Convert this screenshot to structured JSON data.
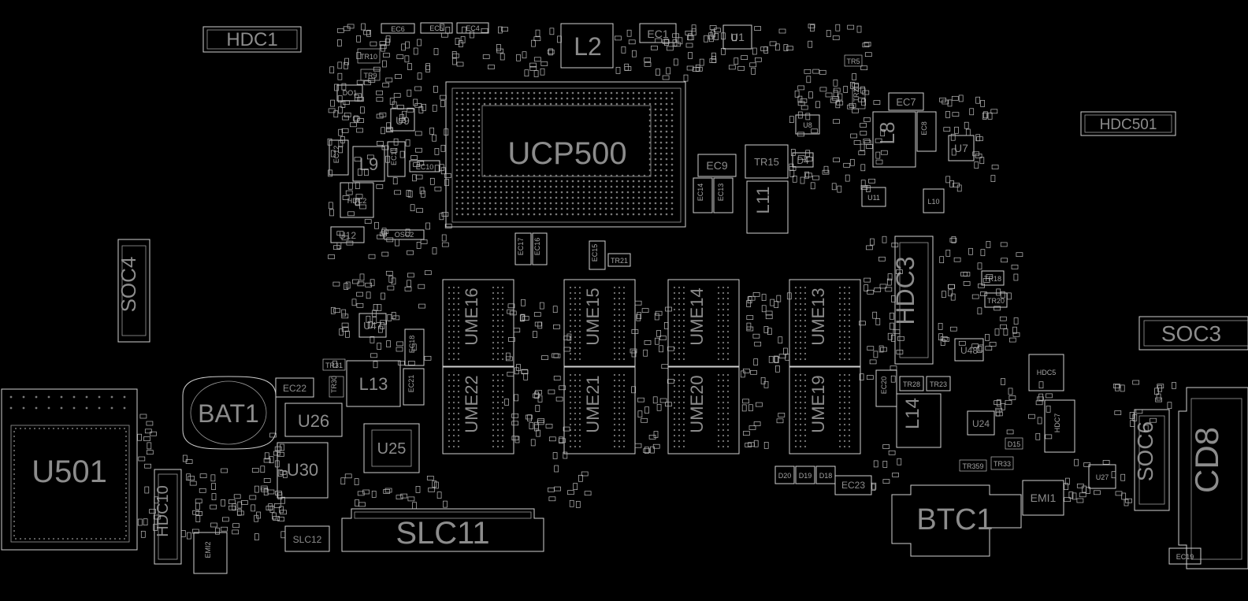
{
  "board": {
    "background": "#000000",
    "stroke": "#cfcfcf",
    "label_color": "#8c8c8c"
  },
  "labels": {
    "HDC1": "HDC1",
    "L2": "L2",
    "EC1": "EC1",
    "U1": "U1",
    "EC6": "EC6",
    "EC5": "EC5",
    "EC4": "EC4",
    "UCP500": "UCP500",
    "HDC501": "HDC501",
    "EC7": "EC7",
    "L8": "L8",
    "EC8": "EC8",
    "U7": "U7",
    "U8": "U8",
    "EC9": "EC9",
    "TR15": "TR15",
    "D4": "D4",
    "EC14": "EC14",
    "EC13": "EC13",
    "L11": "L11",
    "U11": "U11",
    "L10": "L10",
    "EC12": "EC12",
    "L9": "L9",
    "EC11": "EC11",
    "EC10": "EC10",
    "U9": "U9",
    "DO1": "DO1",
    "HDC2": "HDC2",
    "U12": "U12",
    "OSC2": "OSC2",
    "EC17": "EC17",
    "EC16": "EC16",
    "EC15": "EC15",
    "TR21": "TR21",
    "SOC4": "SOC4",
    "HDC3": "HDC3",
    "TR18": "TR18",
    "TR20": "TR20",
    "SOC3": "SOC3",
    "U48": "U48",
    "HDC5": "HDC5",
    "U47": "U47",
    "EC18": "EC18",
    "UME16": "UME16",
    "UME15": "UME15",
    "UME14": "UME14",
    "UME13": "UME13",
    "UME22": "UME22",
    "UME21": "UME21",
    "UME20": "UME20",
    "UME19": "UME19",
    "BAT1": "BAT1",
    "EC22": "EC22",
    "TR31": "TR31",
    "L13": "L13",
    "EC21": "EC21",
    "U26": "U26",
    "U25": "U25",
    "U30": "U30",
    "EC20": "EC20",
    "TR28": "TR28",
    "TR23": "TR23",
    "L14": "L14",
    "U24": "U24",
    "HDC7": "HDC7",
    "SOC6": "SOC6",
    "CD8": "CD8",
    "U501": "U501",
    "HDC10": "HDC10",
    "EMI2": "EMI2",
    "SLC12": "SLC12",
    "SLC11": "SLC11",
    "D20": "D20",
    "D19": "D19",
    "D18": "D18",
    "EC23": "EC23",
    "BTC1": "BTC1",
    "EMI1": "EMI1",
    "U27": "U27",
    "TR359": "TR359",
    "TR33": "TR33",
    "D15": "D15",
    "EC19": "EC19",
    "TR30": "TR30",
    "TR10": "TR10",
    "TR9": "TR9",
    "TR5": "TR5",
    "TR2": "TR2"
  }
}
